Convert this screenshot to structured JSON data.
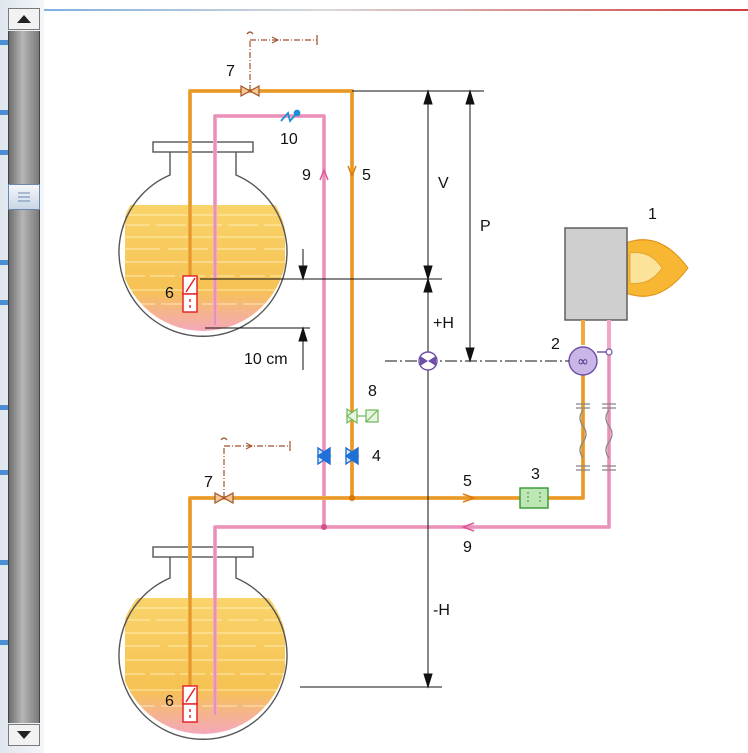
{
  "labels": {
    "burner": "1",
    "pump": "2",
    "filter": "3",
    "valve_supply_return": "4",
    "supply_top": "5",
    "supply_bottom": "5",
    "sensor_top": "6",
    "sensor_bottom": "6",
    "vent_valve_top": "7",
    "vent_valve_bottom": "7",
    "solenoid_valve": "8",
    "return_top": "9",
    "return_bottom": "9",
    "check_valve": "10"
  },
  "dimensions": {
    "v": "V",
    "p": "P",
    "plus_h": "+H",
    "minus_h": "-H",
    "ten_cm": "10 cm"
  },
  "colors": {
    "supply_line": "#f2a93b",
    "return_line": "#f2a6c8",
    "fuel_top": "#f6c64a",
    "fuel_bottom": "#f4a6c6",
    "sensor": "#e31b23",
    "valve_blue": "#1f6fd6",
    "valve_brown": "#a0522d",
    "filter_green": "#4cb748",
    "solenoid_green": "#9fd48c",
    "pump": "#9b7cc4",
    "flame": "#f7b733"
  },
  "icons": {
    "scroll_up": "triangle-up-icon",
    "scroll_down": "triangle-down-icon",
    "scroll_thumb": "grip-icon"
  }
}
